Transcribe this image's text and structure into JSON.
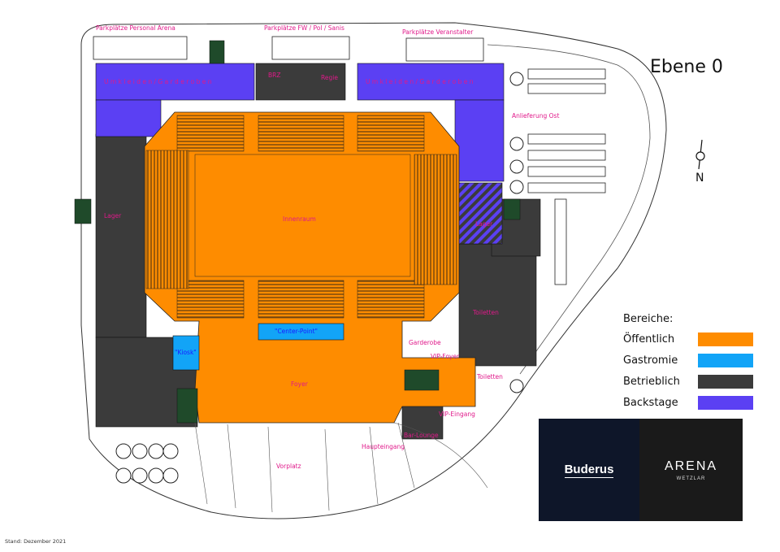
{
  "title": "Ebene 0",
  "labels": {
    "parking_staff": "Parkplätze Personal Arena",
    "parking_fw": "Parkplätze FW / Pol / Sanis",
    "parking_organizer": "Parkplätze Veranstalter",
    "dressing_left": "U m k l e i d e n  /  G a r d e r o b e n",
    "dressing_right": "U m k l e i d e n  /  G a r d e r o b e n",
    "delivery_east": "Anlieferung Ost",
    "arena_floor": "Innenraum",
    "center_point": "\"Center-Point\"",
    "kiosk": "\"Kiosk\"",
    "foyer": "Foyer",
    "garderobe": "Garderobe",
    "vip_foyer": "VIP-Foyer",
    "vip_entrance": "VIP-Eingang",
    "main_entrance": "Haupteingang",
    "forecourt": "Vorplatz",
    "toilets_upper": "Toiletten",
    "toilets_lower": "Toiletten",
    "bar_lounge": "Bar-Lounge",
    "room_left": "Lager",
    "room_right": "Lager",
    "room_brz": "BRZ",
    "room_top_mid": "Regie"
  },
  "legend": {
    "title": "Bereiche:",
    "items": [
      {
        "label": "Öffentlich",
        "color": "#fe8c00"
      },
      {
        "label": "Gastromie",
        "color": "#12a4f7"
      },
      {
        "label": "Betrieblich",
        "color": "#3b3b3b"
      },
      {
        "label": "Backstage",
        "color": "#5b40f3"
      }
    ]
  },
  "logo": {
    "brand": "Buderus",
    "arena": "ARENA",
    "city": "WETZLAR"
  },
  "compass": "N",
  "stand": "Stand: Dezember 2021"
}
